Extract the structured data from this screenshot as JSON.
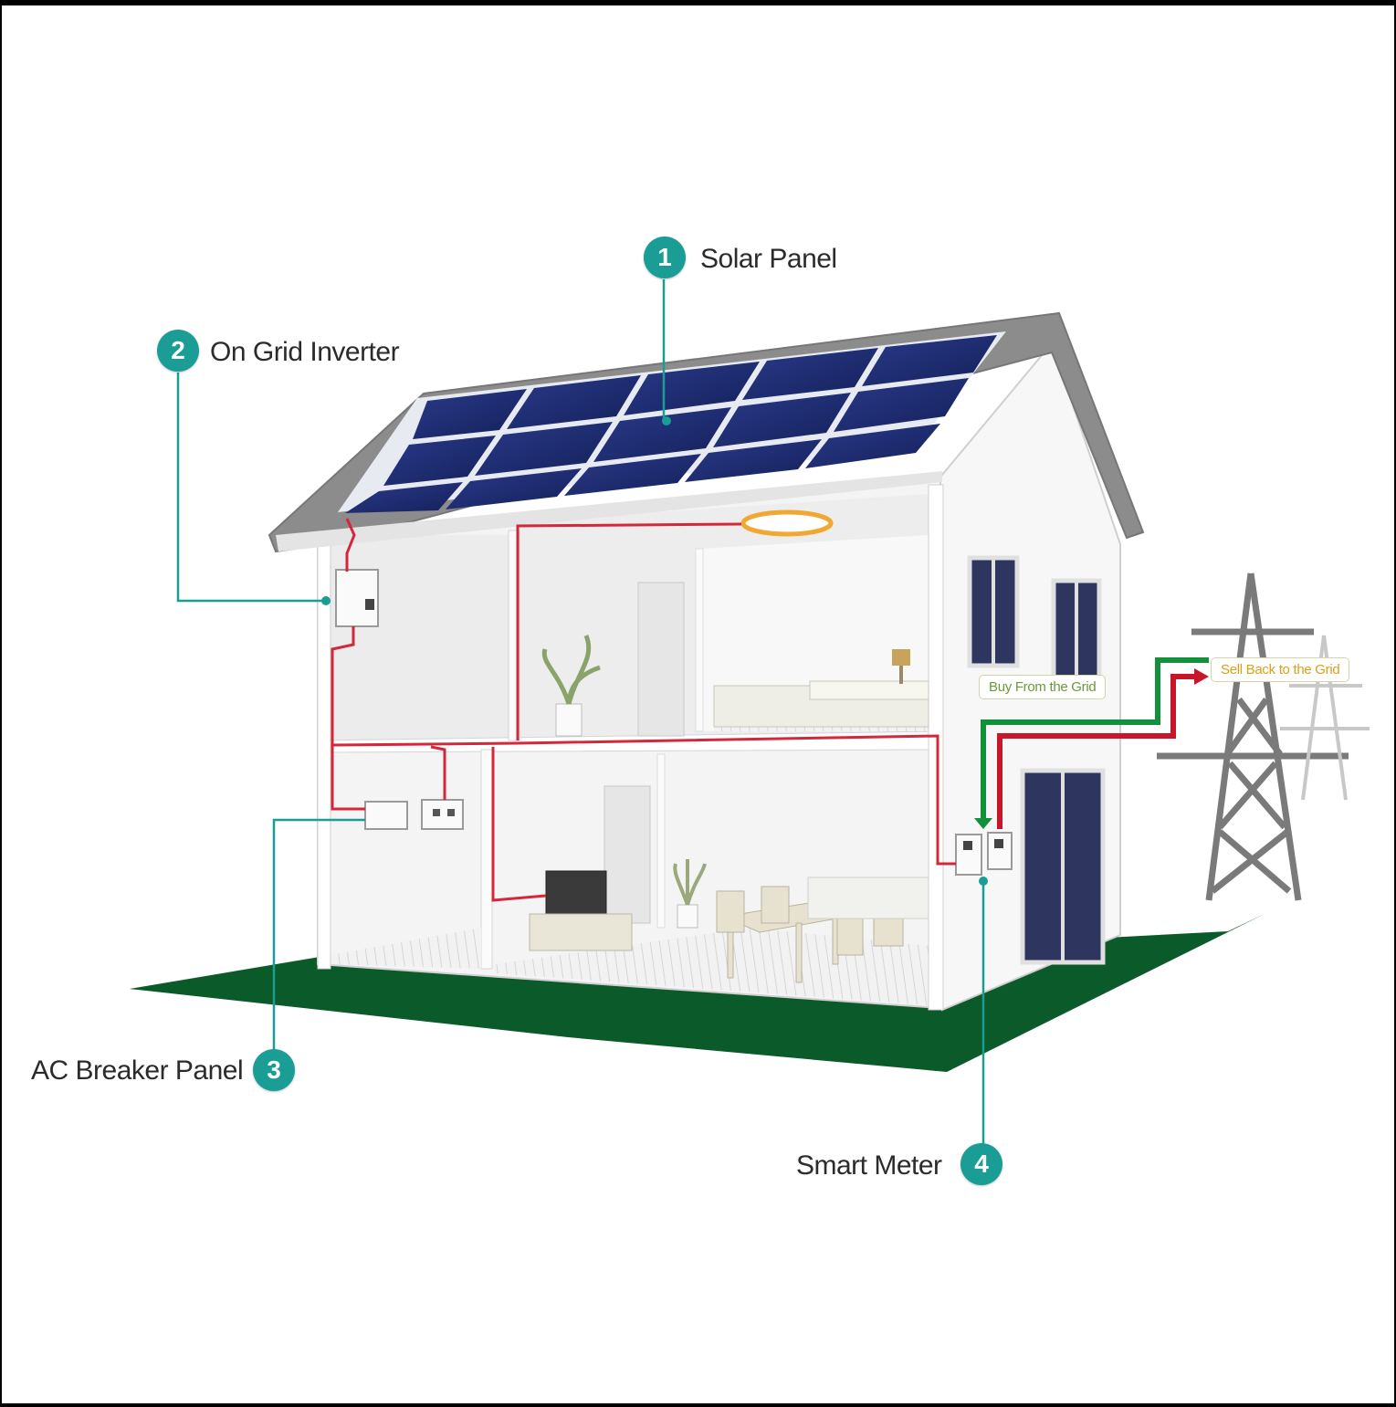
{
  "callouts": [
    {
      "number": "1",
      "label": "Solar Panel"
    },
    {
      "number": "2",
      "label": "On Grid Inverter"
    },
    {
      "number": "3",
      "label": "AC Breaker Panel"
    },
    {
      "number": "4",
      "label": "Smart Meter"
    }
  ],
  "grid_tags": {
    "buy": "Buy From the Grid",
    "sell": "Sell Back to the Grid"
  },
  "colors": {
    "accent": "#1a9d94",
    "ground": "#0b5a2a",
    "roof": "#8a8a8a",
    "solar_panel": "#1c2a6e",
    "wire": "#d4283a",
    "buy_arrow": "#13903a",
    "sell_arrow": "#c8172a",
    "pylon": "#7a7a7a"
  }
}
